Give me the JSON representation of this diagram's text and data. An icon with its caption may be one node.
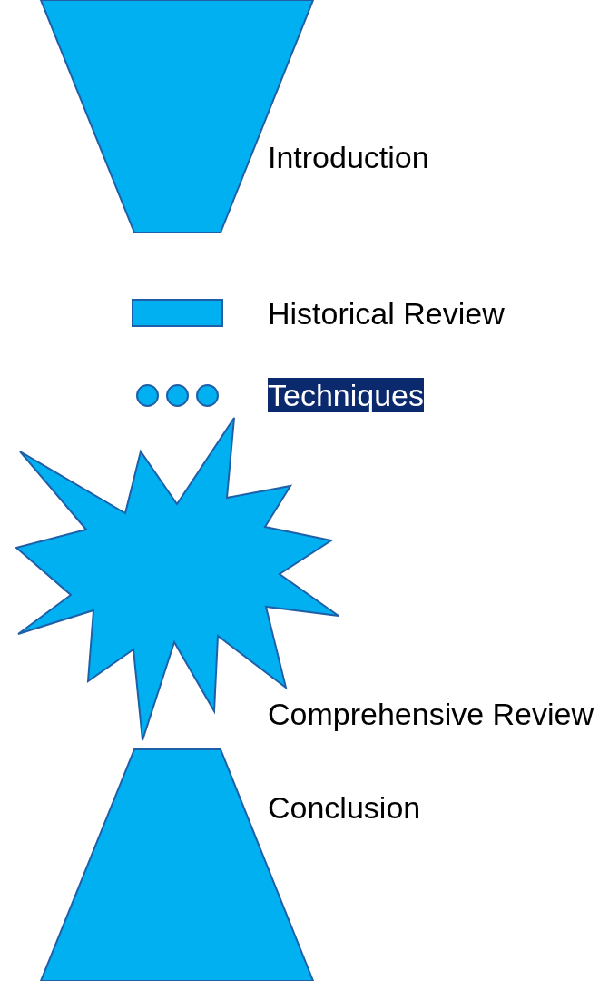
{
  "diagram": {
    "nodes": [
      {
        "text": [],
        "shape": "trapezoid",
        "beside": [
          "Introduction"
        ]
      },
      {
        "text": [],
        "shape": "box",
        "beside": [
          "Historical Review"
        ]
      },
      {
        "text": [],
        "shape": "circle"
      },
      {
        "text": [],
        "shape": "circle"
      },
      {
        "text": [],
        "shape": "circle"
      },
      {
        "text": [],
        "shape": "star",
        "beside": [
          "Comprehensive Review"
        ]
      },
      {
        "text": [],
        "shape": "trapezoid",
        "beside": [
          "Conclusion"
        ]
      }
    ],
    "labels": [
      "Techniques"
    ]
  }
}
